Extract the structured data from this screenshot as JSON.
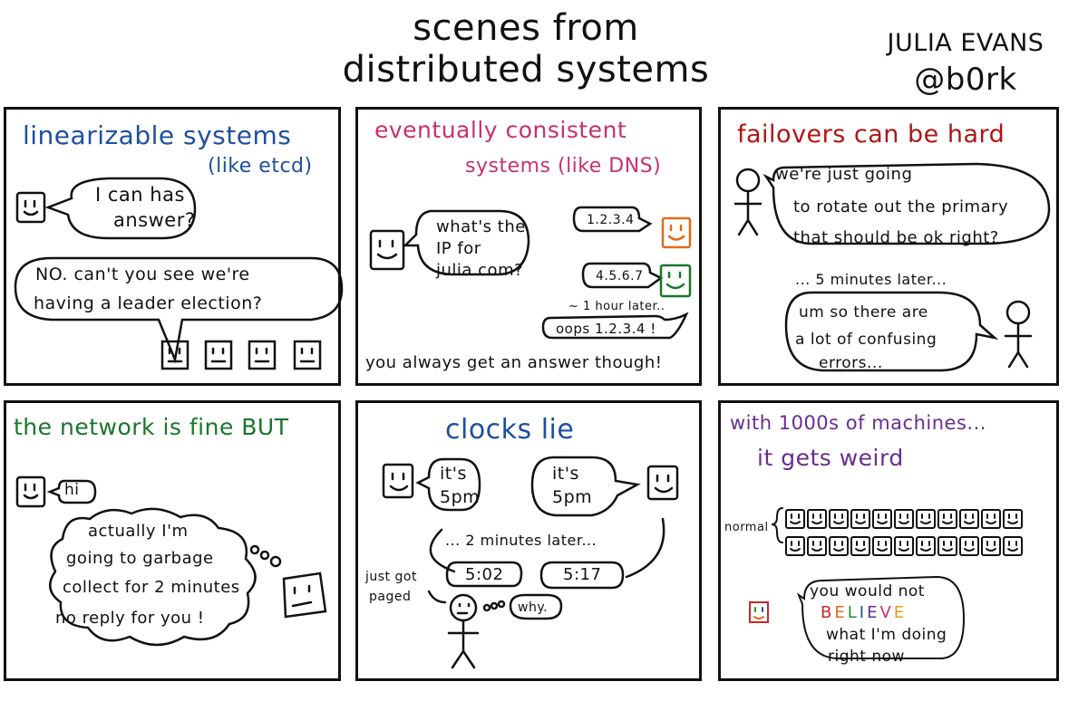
{
  "title": [
    "scenes from",
    "distributed systems"
  ],
  "author": {
    "name": "JULIA EVANS",
    "handle": "@b0rk"
  },
  "colors": {
    "blue": "#1f4fa0",
    "pink": "#c8306e",
    "red": "#b01515",
    "green": "#19762a",
    "purple": "#6a2c91",
    "orange": "#e06a1b",
    "ink": "#111111"
  },
  "panels": {
    "linearizable": {
      "title": "linearizable systems",
      "subtitle": "(like etcd)",
      "bubble1": [
        "I can has",
        "answer?"
      ],
      "bubble2": [
        "NO. can't you see we're",
        "having a leader election?"
      ]
    },
    "eventual": {
      "title": [
        "eventually consistent",
        "systems (like DNS)"
      ],
      "question": [
        "what's the",
        "IP for",
        "julia.com?"
      ],
      "answer1": "1.2.3.4",
      "answer2": "4.5.6.7",
      "later": "~ 1 hour later..",
      "oops": "oops 1.2.3.4 !",
      "footer": "you always get an answer though!"
    },
    "failovers": {
      "title": "failovers can be hard",
      "bubble1": [
        "we're just going",
        "to rotate out the primary",
        "that should be ok right?"
      ],
      "later": "... 5 minutes later...",
      "bubble2": [
        "um so there are",
        "a lot of confusing",
        "errors..."
      ]
    },
    "network": {
      "title": "the network is fine BUT",
      "hi": "hi",
      "thought": [
        "actually I'm",
        "going to garbage",
        "collect for 2 minutes",
        "no reply for you !"
      ]
    },
    "clocks": {
      "title": "clocks lie",
      "left": [
        "it's",
        "5pm"
      ],
      "right": [
        "it's",
        "5pm"
      ],
      "later": "... 2 minutes later...",
      "t1": "5:02",
      "t2": "5:17",
      "paged": [
        "just got",
        "paged"
      ],
      "why": "why."
    },
    "machines": {
      "title": [
        "with 1000s of machines...",
        "it gets weird"
      ],
      "normal": "normal",
      "bubble": [
        "you would not",
        "what I'm doing",
        "right now"
      ],
      "believe": [
        "B",
        "E",
        "L",
        "I",
        "E",
        "V",
        "E"
      ],
      "believe_colors": [
        "#c62828",
        "#e06a1b",
        "#1f8f3a",
        "#1f4fa0",
        "#6a2c91",
        "#c8306e",
        "#e0a21b"
      ]
    }
  }
}
